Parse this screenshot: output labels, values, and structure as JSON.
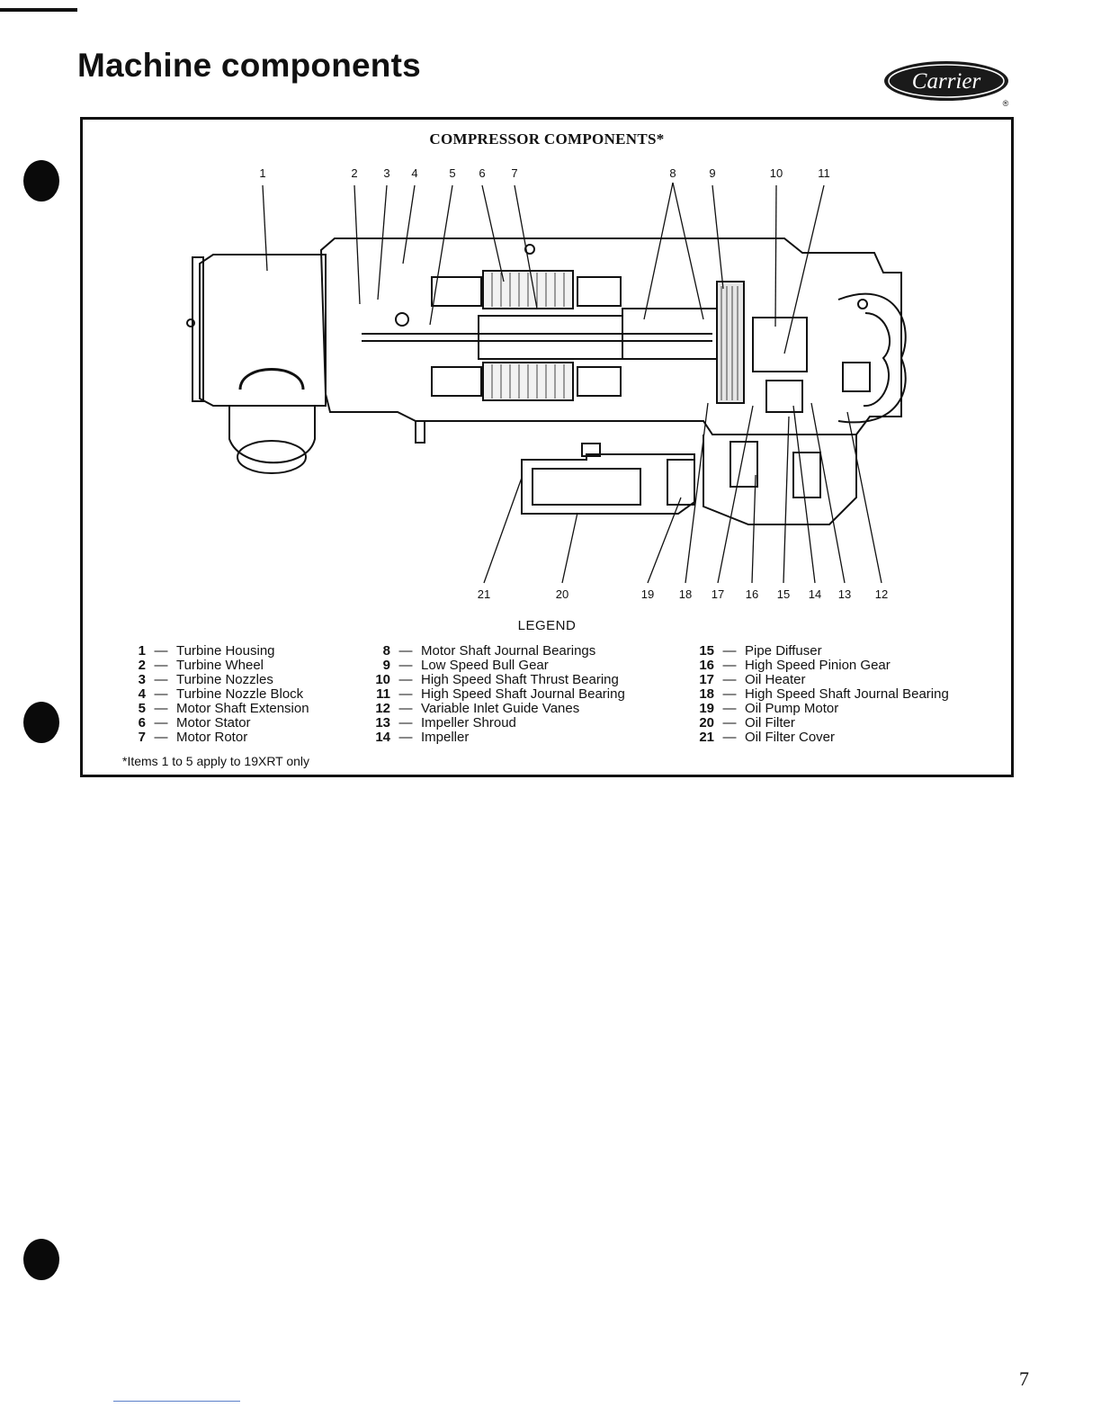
{
  "page": {
    "title": "Machine components",
    "page_number": "7"
  },
  "brand": {
    "logo_text": "Carrier",
    "registered_mark": "®",
    "color": "#1a1a1a"
  },
  "diagram": {
    "title": "COMPRESSOR COMPONENTS*",
    "top_callouts": [
      "1",
      "2",
      "3",
      "4",
      "5",
      "6",
      "7",
      "8",
      "9",
      "10",
      "11"
    ],
    "bottom_callouts": [
      "21",
      "20",
      "19",
      "18",
      "17",
      "16",
      "15",
      "14",
      "13",
      "12"
    ]
  },
  "legend": {
    "title": "LEGEND",
    "columns": [
      [
        {
          "num": "1",
          "label": "Turbine Housing"
        },
        {
          "num": "2",
          "label": "Turbine Wheel"
        },
        {
          "num": "3",
          "label": "Turbine Nozzles"
        },
        {
          "num": "4",
          "label": "Turbine Nozzle Block"
        },
        {
          "num": "5",
          "label": "Motor Shaft Extension"
        },
        {
          "num": "6",
          "label": "Motor Stator"
        },
        {
          "num": "7",
          "label": "Motor Rotor"
        }
      ],
      [
        {
          "num": "8",
          "label": "Motor Shaft Journal Bearings"
        },
        {
          "num": "9",
          "label": "Low Speed Bull Gear"
        },
        {
          "num": "10",
          "label": "High Speed Shaft Thrust Bearing"
        },
        {
          "num": "11",
          "label": "High Speed Shaft Journal Bearing"
        },
        {
          "num": "12",
          "label": "Variable Inlet Guide Vanes"
        },
        {
          "num": "13",
          "label": "Impeller Shroud"
        },
        {
          "num": "14",
          "label": "Impeller"
        }
      ],
      [
        {
          "num": "15",
          "label": "Pipe Diffuser"
        },
        {
          "num": "16",
          "label": "High Speed Pinion Gear"
        },
        {
          "num": "17",
          "label": "Oil Heater"
        },
        {
          "num": "18",
          "label": "High Speed Shaft Journal Bearing"
        },
        {
          "num": "19",
          "label": "Oil Pump Motor"
        },
        {
          "num": "20",
          "label": "Oil Filter"
        },
        {
          "num": "21",
          "label": "Oil Filter Cover"
        }
      ]
    ],
    "dash": "—"
  },
  "footnote": "*Items 1 to 5 apply to 19XRT only"
}
